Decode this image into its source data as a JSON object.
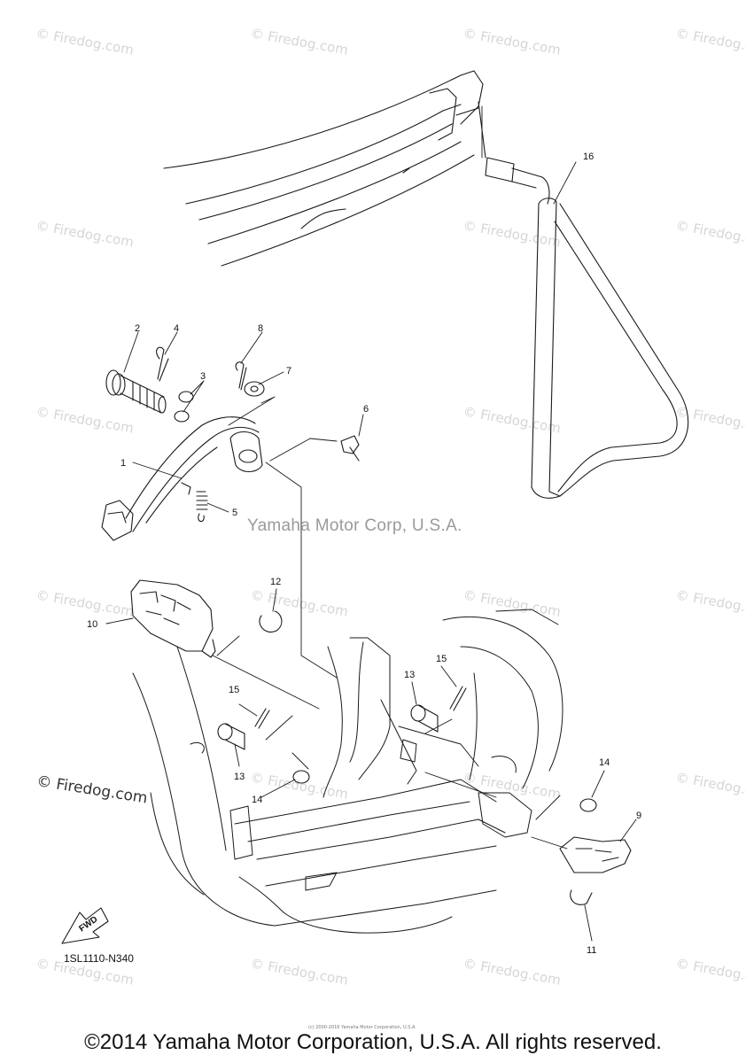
{
  "watermark_text": "© Firedog.com",
  "center_watermark": "Yamaha Motor Corp, U.S.A.",
  "firedog_mark": "© Firedog.com",
  "part_code": "1SL1110-N340",
  "fwd_label": "FWD",
  "tiny_note": "(c) 2000-2016 Yamaha Motor Corporation, U.S.A.",
  "copyright": "©2014 Yamaha Motor Corporation, U.S.A. All rights reserved.",
  "callouts": [
    {
      "id": "c1",
      "label": "1"
    },
    {
      "id": "c2",
      "label": "2"
    },
    {
      "id": "c3",
      "label": "3"
    },
    {
      "id": "c4",
      "label": "4"
    },
    {
      "id": "c5",
      "label": "5"
    },
    {
      "id": "c6",
      "label": "6"
    },
    {
      "id": "c7",
      "label": "7"
    },
    {
      "id": "c8",
      "label": "8"
    },
    {
      "id": "c9",
      "label": "9"
    },
    {
      "id": "c10",
      "label": "10"
    },
    {
      "id": "c11",
      "label": "11"
    },
    {
      "id": "c12",
      "label": "12"
    },
    {
      "id": "c13a",
      "label": "13"
    },
    {
      "id": "c13b",
      "label": "13"
    },
    {
      "id": "c14a",
      "label": "14"
    },
    {
      "id": "c14b",
      "label": "14"
    },
    {
      "id": "c15a",
      "label": "15"
    },
    {
      "id": "c15b",
      "label": "15"
    },
    {
      "id": "c16",
      "label": "16"
    }
  ],
  "colors": {
    "line": "#1a1a1a",
    "watermark": "#d6d6d6"
  }
}
